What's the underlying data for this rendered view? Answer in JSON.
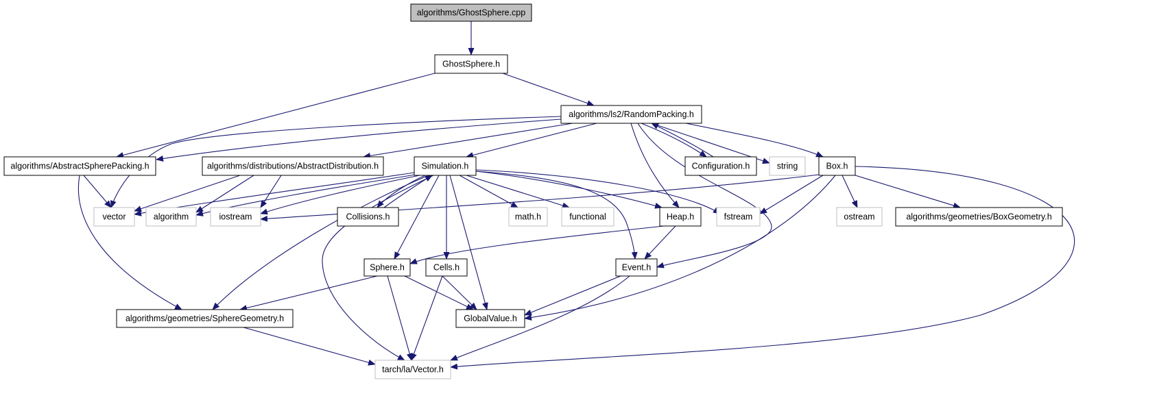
{
  "diagram": {
    "colors": {
      "edge": "#191970",
      "root_fill": "#bfbfbf",
      "node_border": "#000000",
      "external_border": "#bfbfbf",
      "text": "#000000"
    },
    "nodes": [
      {
        "id": "ghostsphere-cpp",
        "label": "algorithms/GhostSphere.cpp",
        "kind": "root"
      },
      {
        "id": "ghostsphere-h",
        "label": "GhostSphere.h",
        "kind": "file"
      },
      {
        "id": "randompacking-h",
        "label": "algorithms/ls2/RandomPacking.h",
        "kind": "file"
      },
      {
        "id": "abstractspherepacking-h",
        "label": "algorithms/AbstractSpherePacking.h",
        "kind": "file"
      },
      {
        "id": "abstractdistribution-h",
        "label": "algorithms/distributions/AbstractDistribution.h",
        "kind": "file"
      },
      {
        "id": "simulation-h",
        "label": "Simulation.h",
        "kind": "file"
      },
      {
        "id": "configuration-h",
        "label": "Configuration.h",
        "kind": "file"
      },
      {
        "id": "string",
        "label": "string",
        "kind": "external"
      },
      {
        "id": "box-h",
        "label": "Box.h",
        "kind": "file"
      },
      {
        "id": "vector",
        "label": "vector",
        "kind": "external"
      },
      {
        "id": "algorithm",
        "label": "algorithm",
        "kind": "external"
      },
      {
        "id": "iostream",
        "label": "iostream",
        "kind": "external"
      },
      {
        "id": "collisions-h",
        "label": "Collisions.h",
        "kind": "file"
      },
      {
        "id": "math-h",
        "label": "math.h",
        "kind": "external"
      },
      {
        "id": "functional",
        "label": "functional",
        "kind": "external"
      },
      {
        "id": "heap-h",
        "label": "Heap.h",
        "kind": "file"
      },
      {
        "id": "fstream",
        "label": "fstream",
        "kind": "external"
      },
      {
        "id": "ostream",
        "label": "ostream",
        "kind": "external"
      },
      {
        "id": "boxgeometry-h",
        "label": "algorithms/geometries/BoxGeometry.h",
        "kind": "file"
      },
      {
        "id": "sphere-h",
        "label": "Sphere.h",
        "kind": "file"
      },
      {
        "id": "cells-h",
        "label": "Cells.h",
        "kind": "file"
      },
      {
        "id": "event-h",
        "label": "Event.h",
        "kind": "file"
      },
      {
        "id": "spheregeometry-h",
        "label": "algorithms/geometries/SphereGeometry.h",
        "kind": "file"
      },
      {
        "id": "globalvalue-h",
        "label": "GlobalValue.h",
        "kind": "file"
      },
      {
        "id": "vector-h",
        "label": "tarch/la/Vector.h",
        "kind": "external"
      }
    ],
    "edges": [
      {
        "from": "ghostsphere-cpp",
        "to": "ghostsphere-h"
      },
      {
        "from": "ghostsphere-h",
        "to": "abstractspherepacking-h"
      },
      {
        "from": "ghostsphere-h",
        "to": "randompacking-h"
      },
      {
        "from": "randompacking-h",
        "to": "vector"
      },
      {
        "from": "randompacking-h",
        "to": "abstractspherepacking-h"
      },
      {
        "from": "randompacking-h",
        "to": "abstractdistribution-h"
      },
      {
        "from": "randompacking-h",
        "to": "simulation-h"
      },
      {
        "from": "randompacking-h",
        "to": "heap-h"
      },
      {
        "from": "randompacking-h",
        "to": "event-h"
      },
      {
        "from": "randompacking-h",
        "to": "configuration-h"
      },
      {
        "from": "configuration-h",
        "to": "randompacking-h"
      },
      {
        "from": "randompacking-h",
        "to": "string"
      },
      {
        "from": "randompacking-h",
        "to": "box-h"
      },
      {
        "from": "abstractspherepacking-h",
        "to": "vector"
      },
      {
        "from": "abstractspherepacking-h",
        "to": "spheregeometry-h"
      },
      {
        "from": "abstractdistribution-h",
        "to": "vector"
      },
      {
        "from": "abstractdistribution-h",
        "to": "algorithm"
      },
      {
        "from": "abstractdistribution-h",
        "to": "iostream"
      },
      {
        "from": "simulation-h",
        "to": "vector"
      },
      {
        "from": "simulation-h",
        "to": "algorithm"
      },
      {
        "from": "simulation-h",
        "to": "iostream"
      },
      {
        "from": "simulation-h",
        "to": "collisions-h"
      },
      {
        "from": "collisions-h",
        "to": "simulation-h"
      },
      {
        "from": "simulation-h",
        "to": "math-h"
      },
      {
        "from": "simulation-h",
        "to": "functional"
      },
      {
        "from": "simulation-h",
        "to": "heap-h"
      },
      {
        "from": "simulation-h",
        "to": "fstream"
      },
      {
        "from": "simulation-h",
        "to": "event-h"
      },
      {
        "from": "simulation-h",
        "to": "sphere-h"
      },
      {
        "from": "simulation-h",
        "to": "cells-h"
      },
      {
        "from": "simulation-h",
        "to": "globalvalue-h"
      },
      {
        "from": "simulation-h",
        "to": "spheregeometry-h"
      },
      {
        "from": "simulation-h",
        "to": "vector-h"
      },
      {
        "from": "box-h",
        "to": "iostream"
      },
      {
        "from": "box-h",
        "to": "fstream"
      },
      {
        "from": "box-h",
        "to": "ostream"
      },
      {
        "from": "box-h",
        "to": "boxgeometry-h"
      },
      {
        "from": "box-h",
        "to": "globalvalue-h"
      },
      {
        "from": "box-h",
        "to": "vector-h"
      },
      {
        "from": "heap-h",
        "to": "sphere-h"
      },
      {
        "from": "heap-h",
        "to": "event-h"
      },
      {
        "from": "sphere-h",
        "to": "spheregeometry-h"
      },
      {
        "from": "sphere-h",
        "to": "globalvalue-h"
      },
      {
        "from": "sphere-h",
        "to": "vector-h"
      },
      {
        "from": "cells-h",
        "to": "globalvalue-h"
      },
      {
        "from": "cells-h",
        "to": "vector-h"
      },
      {
        "from": "event-h",
        "to": "globalvalue-h"
      },
      {
        "from": "event-h",
        "to": "vector-h"
      },
      {
        "from": "spheregeometry-h",
        "to": "vector-h"
      }
    ]
  }
}
